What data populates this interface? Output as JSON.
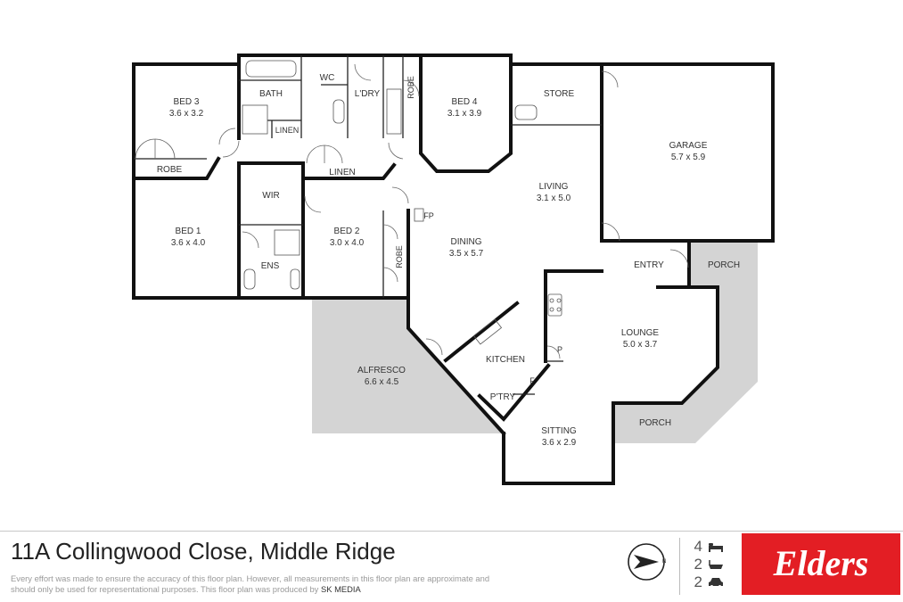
{
  "rooms": [
    {
      "id": "bed3",
      "name": "BED 3",
      "dims": "3.6 x 3.2"
    },
    {
      "id": "bath",
      "name": "BATH",
      "dims": ""
    },
    {
      "id": "wc",
      "name": "WC",
      "dims": ""
    },
    {
      "id": "ldry",
      "name": "L'DRY",
      "dims": ""
    },
    {
      "id": "robe_top",
      "name": "ROBE",
      "dims": ""
    },
    {
      "id": "bed4",
      "name": "BED 4",
      "dims": "3.1 x 3.9"
    },
    {
      "id": "store",
      "name": "STORE",
      "dims": ""
    },
    {
      "id": "garage",
      "name": "GARAGE",
      "dims": "5.7 x 5.9"
    },
    {
      "id": "linen_bath",
      "name": "LINEN",
      "dims": ""
    },
    {
      "id": "robe_bed3",
      "name": "ROBE",
      "dims": ""
    },
    {
      "id": "linen_hall",
      "name": "LINEN",
      "dims": ""
    },
    {
      "id": "living",
      "name": "LIVING",
      "dims": "3.1 x 5.0"
    },
    {
      "id": "wir",
      "name": "WIR",
      "dims": ""
    },
    {
      "id": "fp",
      "name": "FP",
      "dims": ""
    },
    {
      "id": "bed1",
      "name": "BED 1",
      "dims": "3.6 x 4.0"
    },
    {
      "id": "bed2",
      "name": "BED 2",
      "dims": "3.0 x 4.0"
    },
    {
      "id": "dining",
      "name": "DINING",
      "dims": "3.5 x 5.7"
    },
    {
      "id": "robe_bed2",
      "name": "ROBE",
      "dims": ""
    },
    {
      "id": "ens",
      "name": "ENS",
      "dims": ""
    },
    {
      "id": "entry",
      "name": "ENTRY",
      "dims": ""
    },
    {
      "id": "porch_entry",
      "name": "PORCH",
      "dims": ""
    },
    {
      "id": "lounge",
      "name": "LOUNGE",
      "dims": "5.0 x 3.7"
    },
    {
      "id": "pantry_p",
      "name": "P",
      "dims": ""
    },
    {
      "id": "kitchen",
      "name": "KITCHEN",
      "dims": ""
    },
    {
      "id": "fridge",
      "name": "F",
      "dims": ""
    },
    {
      "id": "ptry",
      "name": "P'TRY",
      "dims": ""
    },
    {
      "id": "alfresco",
      "name": "ALFRESCO",
      "dims": "6.6 x 4.5"
    },
    {
      "id": "porch_lounge",
      "name": "PORCH",
      "dims": ""
    },
    {
      "id": "sitting",
      "name": "SITTING",
      "dims": "3.6 x 2.9"
    }
  ],
  "footer": {
    "street": "11A Collingwood Close,",
    "suburb": "Middle Ridge",
    "disclaimer": "Every effort was made to ensure the accuracy of this floor plan. However, all measurements in this floor plan are approximate and should only be used for representational purposes. This floor plan was produced by",
    "producer": "SK MEDIA",
    "beds": "4",
    "baths": "2",
    "cars": "2",
    "brand": "Elders",
    "compass_icon": "north-compass-icon",
    "brand_color": "#e31e24"
  }
}
